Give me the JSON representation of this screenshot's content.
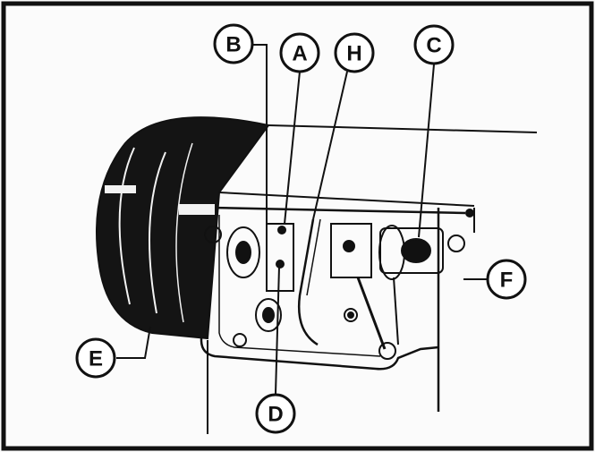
{
  "callouts": {
    "b": "B",
    "a": "A",
    "h": "H",
    "c": "C",
    "f": "F",
    "e": "E",
    "d": "D"
  },
  "colors": {
    "ink": "#111111",
    "paper": "#fbfbfb"
  }
}
